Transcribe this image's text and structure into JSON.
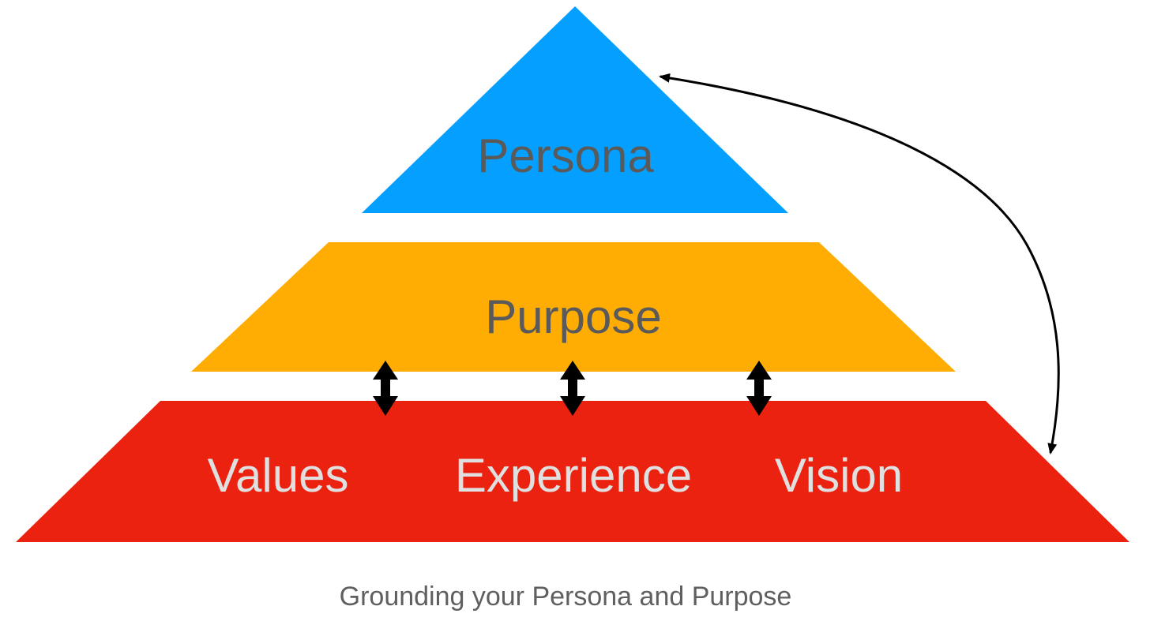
{
  "diagram": {
    "tiers": {
      "top": {
        "label": "Persona",
        "color": "#05A0FF",
        "text_color": "#5A5A5A"
      },
      "middle": {
        "label": "Purpose",
        "color": "#FFAD03",
        "text_color": "#5A5A5A"
      },
      "bottom": {
        "labels": [
          "Values",
          "Experience",
          "Vision"
        ],
        "color": "#EC2210",
        "text_color": "#E0E0E0"
      }
    },
    "connector_color": "#000000",
    "caption": "Grounding your Persona and Purpose",
    "caption_color": "#5F5F5F"
  }
}
